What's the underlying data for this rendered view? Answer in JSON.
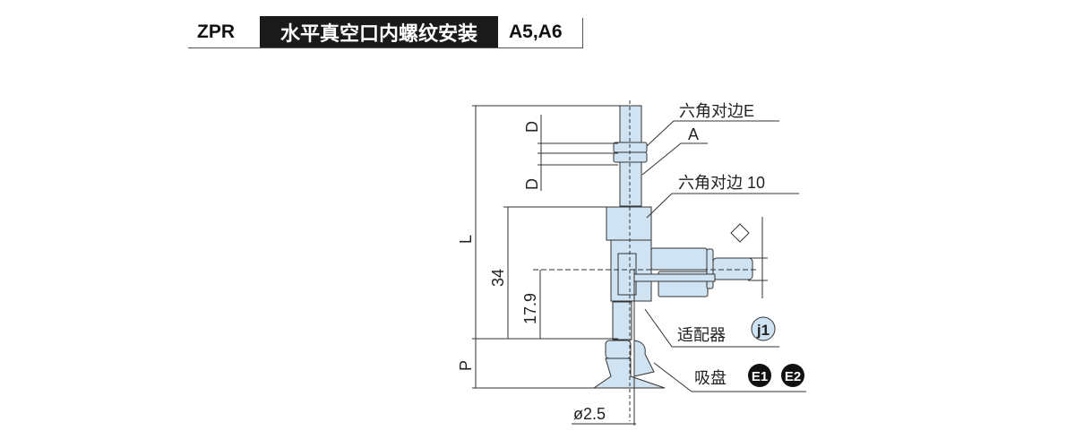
{
  "header": {
    "model": "ZPR",
    "title": "水平真空口内螺纹安装",
    "size": "A5,A6"
  },
  "drawing": {
    "labels": {
      "hex_e": "六角对边E",
      "a": "A",
      "hex_10": "六角对边 10",
      "adapter": "适配器",
      "adapter_badge": "j1",
      "pad": "吸盘",
      "pad_badge_1": "E1",
      "pad_badge_2": "E2"
    },
    "dims": {
      "d_top": "D",
      "d_bottom": "D",
      "l": "L",
      "d34": "34",
      "d179": "17.9",
      "p": "P",
      "dia": "ø2.5"
    },
    "colors": {
      "fill": "#cfe3f3",
      "stroke": "#333333"
    }
  }
}
